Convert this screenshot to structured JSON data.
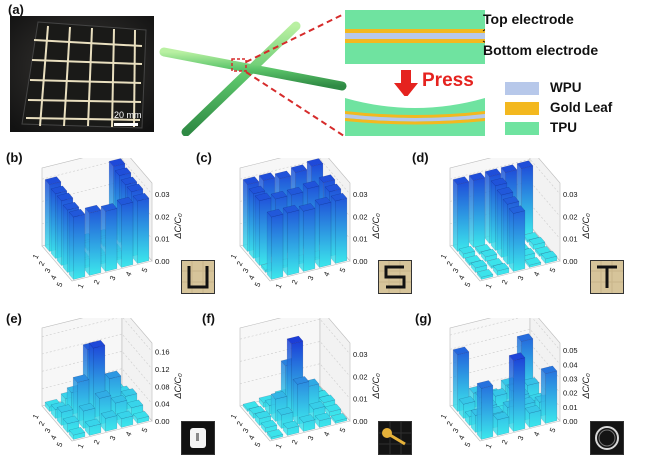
{
  "panels": {
    "a": "(a)",
    "b": "(b)",
    "c": "(c)",
    "d": "(d)",
    "e": "(e)",
    "f": "(f)",
    "g": "(g)"
  },
  "photo": {
    "scale_label": "20 mm"
  },
  "diagram": {
    "top_electrode": "Top electrode",
    "bottom_electrode": "Bottom electrode",
    "press": "Press",
    "legend": [
      {
        "label": "WPU",
        "color": "#b7c8ea"
      },
      {
        "label": "Gold Leaf",
        "color": "#f3b81f"
      },
      {
        "label": "TPU",
        "color": "#6fe3a0"
      }
    ]
  },
  "chart_data": [
    {
      "panel": "b",
      "type": "bar3d",
      "rows": [
        "1",
        "2",
        "3",
        "4",
        "5"
      ],
      "cols": [
        "1",
        "2",
        "3",
        "4",
        "5"
      ],
      "zlabel": "ΔC/C₀",
      "zticks": [
        "0.00",
        "0.01",
        "0.02",
        "0.03"
      ],
      "zlim": [
        0,
        0.035
      ],
      "values": [
        [
          0.03,
          0.001,
          0.001,
          0.001,
          0.031
        ],
        [
          0.029,
          0.001,
          0.001,
          0.001,
          0.03
        ],
        [
          0.029,
          0.001,
          0.001,
          0.001,
          0.029
        ],
        [
          0.028,
          0.001,
          0.001,
          0.001,
          0.029
        ],
        [
          0.028,
          0.028,
          0.027,
          0.028,
          0.028
        ]
      ]
    },
    {
      "panel": "c",
      "type": "bar3d",
      "rows": [
        "1",
        "2",
        "3",
        "4",
        "5"
      ],
      "cols": [
        "1",
        "2",
        "3",
        "4",
        "5"
      ],
      "zlabel": "ΔC/C₀",
      "zticks": [
        "0.00",
        "0.01",
        "0.02",
        "0.03"
      ],
      "zlim": [
        0,
        0.035
      ],
      "values": [
        [
          0.03,
          0.03,
          0.029,
          0.03,
          0.031
        ],
        [
          0.029,
          0.001,
          0.001,
          0.001,
          0.001
        ],
        [
          0.029,
          0.028,
          0.028,
          0.029,
          0.03
        ],
        [
          0.001,
          0.001,
          0.001,
          0.001,
          0.029
        ],
        [
          0.028,
          0.028,
          0.027,
          0.028,
          0.028
        ]
      ]
    },
    {
      "panel": "d",
      "type": "bar3d",
      "rows": [
        "1",
        "2",
        "3",
        "4",
        "5"
      ],
      "cols": [
        "1",
        "2",
        "3",
        "4",
        "5"
      ],
      "zlabel": "ΔC/C₀",
      "zticks": [
        "0.00",
        "0.01",
        "0.02",
        "0.03"
      ],
      "zlim": [
        0,
        0.035
      ],
      "values": [
        [
          0.03,
          0.03,
          0.03,
          0.03,
          0.03
        ],
        [
          0.002,
          0.001,
          0.029,
          0.002,
          0.001
        ],
        [
          0.001,
          0.002,
          0.028,
          0.001,
          0.002
        ],
        [
          0.002,
          0.001,
          0.027,
          0.002,
          0.001
        ],
        [
          0.001,
          0.002,
          0.026,
          0.001,
          0.002
        ]
      ]
    },
    {
      "panel": "e",
      "type": "bar3d",
      "rows": [
        "1",
        "2",
        "3",
        "4",
        "5"
      ],
      "cols": [
        "1",
        "2",
        "3",
        "4",
        "5"
      ],
      "zlabel": "ΔC/C₀",
      "zticks": [
        "0.00",
        "0.04",
        "0.08",
        "0.12",
        "0.16"
      ],
      "zlim": [
        0,
        0.18
      ],
      "values": [
        [
          0.01,
          0.02,
          0.03,
          0.02,
          0.01
        ],
        [
          0.02,
          0.05,
          0.14,
          0.06,
          0.02
        ],
        [
          0.03,
          0.09,
          0.16,
          0.08,
          0.03
        ],
        [
          0.02,
          0.04,
          0.06,
          0.04,
          0.02
        ],
        [
          0.01,
          0.02,
          0.03,
          0.02,
          0.01
        ]
      ]
    },
    {
      "panel": "f",
      "type": "bar3d",
      "rows": [
        "1",
        "2",
        "3",
        "4",
        "5"
      ],
      "cols": [
        "1",
        "2",
        "3",
        "4",
        "5"
      ],
      "zlabel": "ΔC/C₀",
      "zticks": [
        "0.00",
        "0.01",
        "0.02",
        "0.03"
      ],
      "zlim": [
        0,
        0.035
      ],
      "values": [
        [
          0.001,
          0.002,
          0.003,
          0.002,
          0.001
        ],
        [
          0.002,
          0.004,
          0.02,
          0.004,
          0.002
        ],
        [
          0.003,
          0.01,
          0.033,
          0.012,
          0.003
        ],
        [
          0.002,
          0.006,
          0.018,
          0.005,
          0.002
        ],
        [
          0.001,
          0.003,
          0.004,
          0.003,
          0.001
        ]
      ]
    },
    {
      "panel": "g",
      "type": "bar3d",
      "rows": [
        "1",
        "2",
        "3",
        "4",
        "5"
      ],
      "cols": [
        "1",
        "2",
        "3",
        "4",
        "5"
      ],
      "zlabel": "ΔC/C₀",
      "zticks": [
        "0.00",
        "0.01",
        "0.02",
        "0.03",
        "0.04",
        "0.05"
      ],
      "zlim": [
        0,
        0.055
      ],
      "values": [
        [
          0.04,
          0.01,
          0.005,
          0.01,
          0.038
        ],
        [
          0.01,
          0.012,
          0.01,
          0.011,
          0.012
        ],
        [
          0.006,
          0.01,
          0.004,
          0.012,
          0.006
        ],
        [
          0.012,
          0.01,
          0.012,
          0.011,
          0.01
        ],
        [
          0.036,
          0.011,
          0.05,
          0.01,
          0.035
        ]
      ]
    }
  ]
}
